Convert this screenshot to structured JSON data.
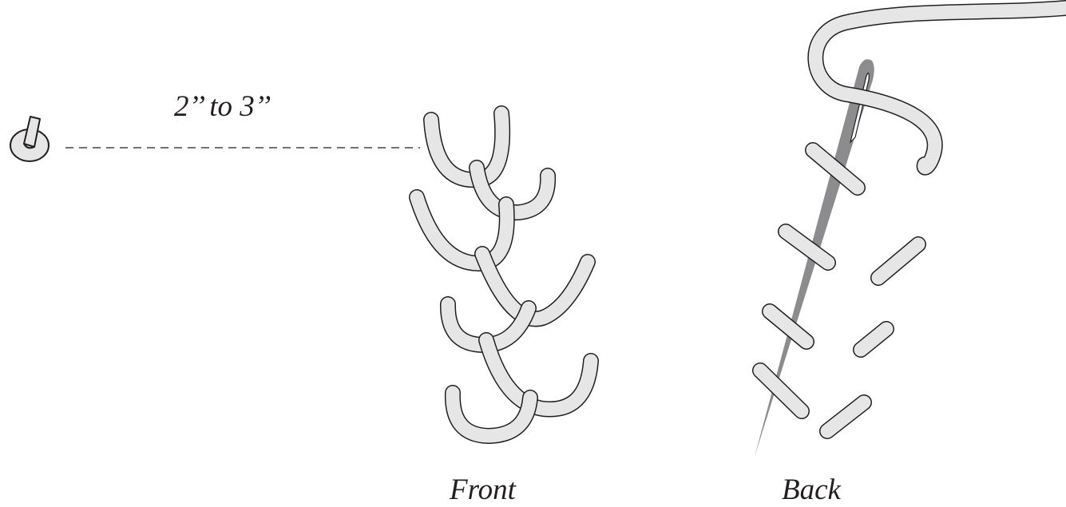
{
  "diagram": {
    "measurement_label": "2’’ to 3’’",
    "front_label": "Front",
    "back_label": "Back"
  },
  "colors": {
    "stroke": "#231f20",
    "thread_fill": "#e6e6e7",
    "needle": "#8c8c8f",
    "needle_eye": "#ffffff",
    "dash": "#231f20"
  },
  "icons": {
    "knot": "thread-knot-icon",
    "needle": "needle-icon"
  }
}
